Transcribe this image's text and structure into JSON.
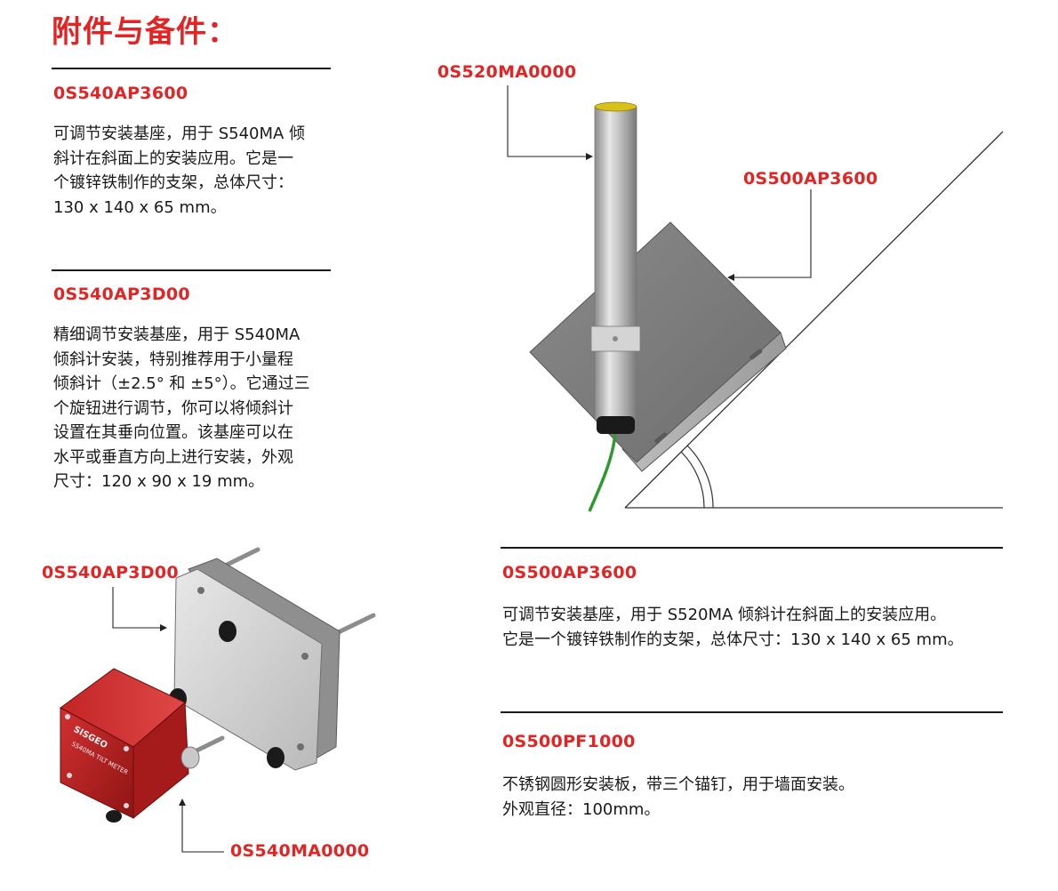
{
  "page_title": "附件与备件：",
  "accessories": [
    {
      "code": "0S540AP3600",
      "description_lines": [
        "可调节安装基座，用于 S540MA 倾",
        "斜计在斜面上的安装应用。它是一",
        "个镀锌铁制作的支架，总体尺寸：",
        "130 x 140 x 65 mm。"
      ]
    },
    {
      "code": "0S540AP3D00",
      "description_lines": [
        "精细调节安装基座，用于 S540MA",
        "倾斜计安装，特别推荐用于小量程",
        "倾斜计（±2.5° 和 ±5°）。它通过三",
        "个旋钮进行调节，你可以将倾斜计",
        "设置在其垂向位置。该基座可以在",
        "水平或垂直方向上进行安装，外观",
        "尺寸：120 x 90 x 19 mm。"
      ]
    },
    {
      "code": "0S500AP3600",
      "description_lines": [
        "可调节安装基座，用于 S520MA 倾斜计在斜面上的安装应用。",
        "它是一个镀锌铁制作的支架，总体尺寸：130 x 140 x 65 mm。"
      ]
    },
    {
      "code": "0S500PF1000",
      "description_lines": [
        "不锈钢圆形安装板，带三个锚钉，用于墙面安装。",
        "外观直径：100mm。"
      ]
    }
  ],
  "top_figure": {
    "callouts": [
      "0S520MA0000",
      "0S500AP3600"
    ]
  },
  "bottom_figure": {
    "callouts": [
      "0S540AP3D00",
      "0S540MA0000"
    ],
    "device_brand": "SISGEO",
    "device_label": "S540MA TILT METER"
  },
  "colors": {
    "accent_red": "#e32424",
    "text": "#1a1a1a",
    "rule": "#1a1a1a",
    "cable_green": "#2e9a2e",
    "device_red": "#b81d1d",
    "sensor_cap_yellow": "#d8c21a"
  }
}
